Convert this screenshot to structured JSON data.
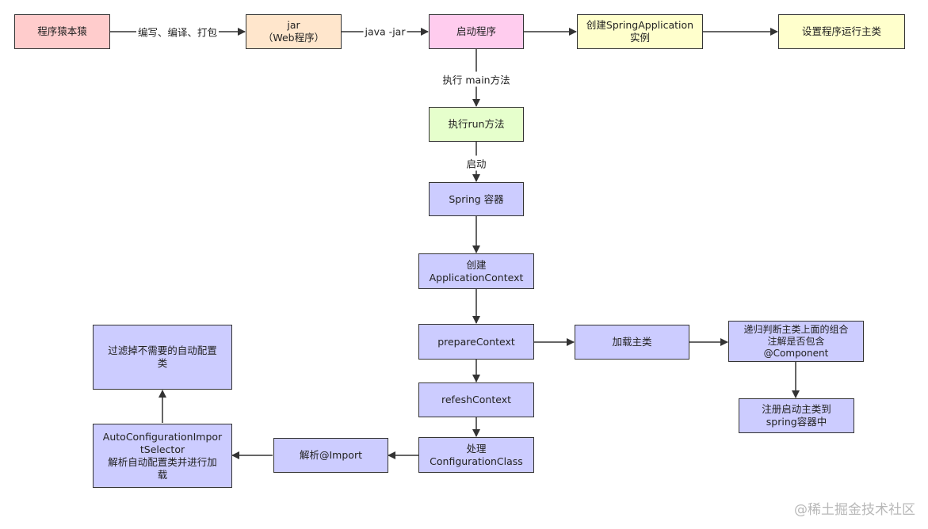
{
  "nodes": {
    "coder": "程序猿本猿",
    "jar": "jar\n（Web程序）",
    "start_program": "启动程序",
    "create_spring_app": "创建SpringApplication\n实例",
    "set_main_class": "设置程序运行主类",
    "run_method": "执行run方法",
    "spring_container": "Spring 容器",
    "create_app_context": "创建\nApplicationContext",
    "prepare_context": "prepareContext",
    "load_main_class": "加载主类",
    "recursive_check": "递归判断主类上面的组合\n注解是否包含\n@Component",
    "register_main_class": "注册启动主类到\nspring容器中",
    "refresh_context": "refeshContext",
    "process_config_class": "处理\nConfigurationClass",
    "parse_import": "解析@Import",
    "auto_config_selector": "AutoConfigurationImpor\ntSelector\n解析自动配置类并进行加\n载",
    "filter_auto_config": "过滤掉不需要的自动配置\n类"
  },
  "edge_labels": {
    "compile_package": "编写、编译、打包",
    "java_jar": "java -jar",
    "exec_main": "执行 main方法",
    "start": "启动"
  },
  "watermark": "@稀土掘金技术社区",
  "colors": {
    "pink": "#ffcccc",
    "orange": "#ffe6cc",
    "magenta": "#ffccee",
    "yellow": "#ffffcc",
    "green": "#e6ffcc",
    "blue": "#ccccff",
    "border": "#333333"
  }
}
